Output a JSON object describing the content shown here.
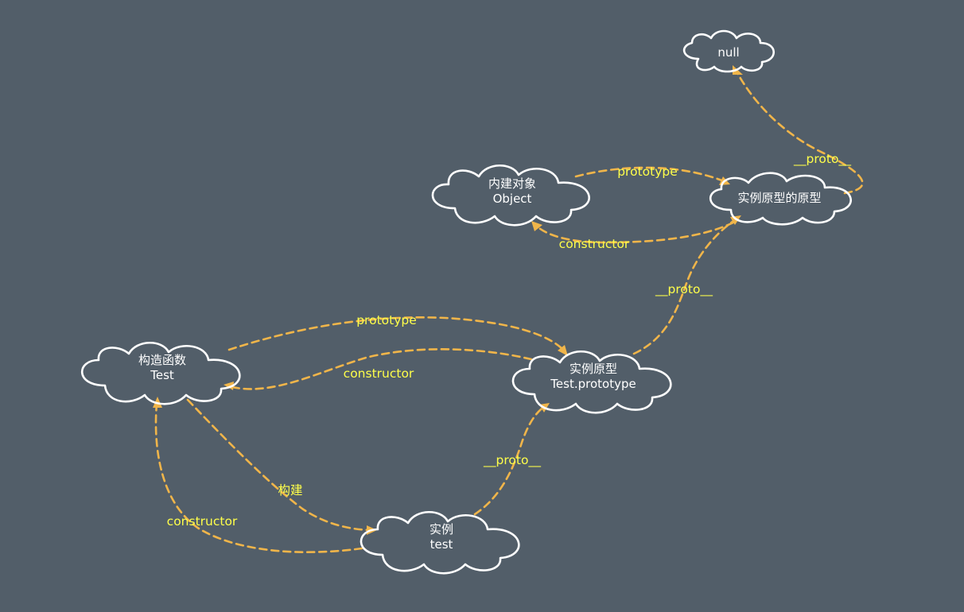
{
  "colors": {
    "background": "#525e69",
    "cloud_stroke": "#ffffff",
    "edge": "#f0b54a",
    "edge_label": "#ffff4a"
  },
  "nodes": {
    "null_node": {
      "lines": [
        "null"
      ]
    },
    "object": {
      "lines": [
        "内建对象",
        "Object"
      ]
    },
    "proto_of_proto": {
      "lines": [
        "实例原型的原型"
      ]
    },
    "constructor_fn": {
      "lines": [
        "构造函数",
        "Test"
      ]
    },
    "instance_proto": {
      "lines": [
        "实例原型",
        "Test.prototype"
      ]
    },
    "instance": {
      "lines": [
        "实例",
        "test"
      ]
    }
  },
  "edges": {
    "proto_to_null": {
      "label": "__proto__"
    },
    "object_prototype": {
      "label": "prototype"
    },
    "object_constructor": {
      "label": "constructor"
    },
    "instproto_proto": {
      "label": "__proto__"
    },
    "test_prototype": {
      "label": "prototype"
    },
    "test_constructor": {
      "label": "constructor"
    },
    "build": {
      "label": "构建"
    },
    "instance_proto_link": {
      "label": "__proto__"
    },
    "instance_constructor": {
      "label": "constructor"
    }
  }
}
